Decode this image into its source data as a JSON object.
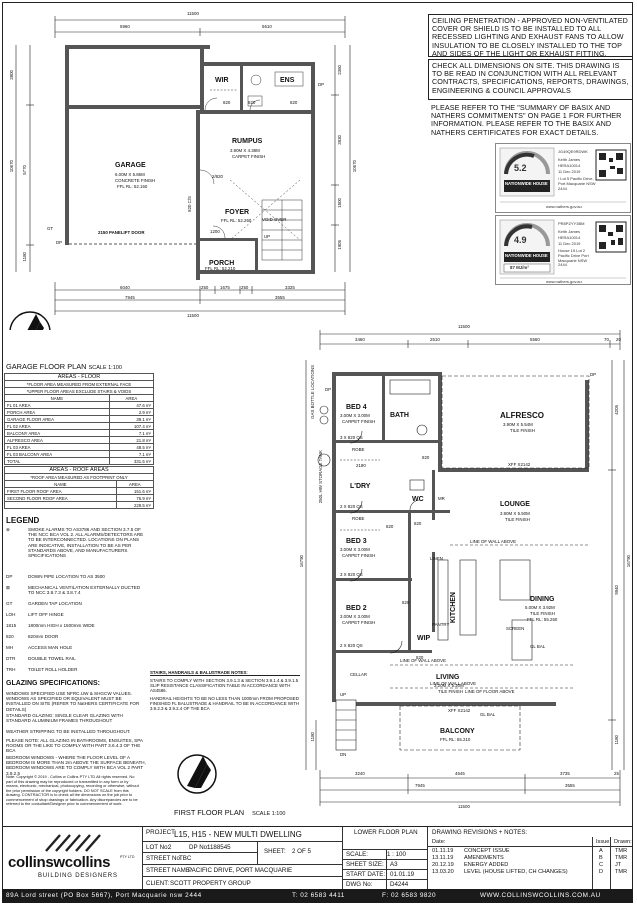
{
  "notes": {
    "ceiling": "CEILING PENETRATION - APPROVED NON-VENTILATED COVER OR SHIELD IS TO BE INSTALLED TO ALL RECESSED LIGHTING AND EXHAUST FANS TO ALLOW INSULATION TO BE CLOSELY INSTALLED TO THE TOP AND SIDES OF THE LIGHT OR EXHAUST FITTING.",
    "dimensions": "CHECK ALL DIMENSIONS ON SITE. THIS DRAWING IS TO BE READ IN CONJUNCTION WITH ALL RELEVANT CONTRACTS, SPECIFICATIONS, REPORTS, DRAWINGS, ENGINEERING & COUNCIL APPROVALS",
    "basix": "PLEASE REFER TO THE \"SUMMARY OF BASIX AND NatHERS COMMITMENTS\" ON PAGE 1 FOR FURTHER INFORMATION. PLEASE REFER TO THE BASIX AND NatHERS CERTIFICATES FOR EXACT DETAILS."
  },
  "certificates": [
    {
      "star": "5.2",
      "words": "NATIONWIDE HOUSE",
      "number": "JG49QE9RDWK",
      "assessor": "Keith James",
      "accreditation": "HERA10014",
      "date": "11 Dec 2019",
      "address": "/ Lot 5 Pacific Drive, Port Macquarie NSW 2444",
      "web": "www.nathers.gov.au"
    },
    {
      "star": "4.9",
      "words": "NATIONWIDE HOUSE",
      "number": "PR8PZYY3BM",
      "assessor": "Keith James",
      "accreditation": "HERA10014",
      "date": "11 Dec 2019",
      "address": "House 15 Lot 2 Pacific Drive Port Macquarie NSW 2444",
      "web": "www.nathers.gov.au",
      "extra": "87 MJ/m²"
    }
  ],
  "ground_plan": {
    "title": "GARAGE FLOOR PLAN",
    "scale": "SCALE 1:100",
    "overall_top": "11500",
    "dims_top": [
      "5960",
      "5610"
    ],
    "dims_bottom": [
      "6040",
      "250",
      "1675",
      "250",
      "3325"
    ],
    "dims_bottom2": [
      "7945",
      "3555"
    ],
    "overall_bottom": "11500",
    "dims_left": [
      "2800",
      "5770",
      "1180"
    ],
    "overall_left": "10670",
    "dims_right": [
      "2360",
      "3930",
      "1500",
      "1905"
    ],
    "overall_right": "10670",
    "rooms": {
      "garage": {
        "name": "GARAGE",
        "size": "6.00M X 5.86M",
        "finish": "CONCRETE FINISH",
        "ffl": "FFL RL: 52.160"
      },
      "rumpus": {
        "name": "RUMPUS",
        "size": "3.90M X 4.38M",
        "finish": "CARPET FINISH"
      },
      "wir": {
        "name": "WIR"
      },
      "ens": {
        "name": "ENS"
      },
      "foyer": {
        "name": "FOYER",
        "ffl": "FFL RL: 52.260"
      },
      "porch": {
        "name": "PORCH",
        "ffl": "FFL RL: 52.210"
      }
    },
    "garage_door": "2150 PANELIFT DOOR",
    "void": "VOID OVER",
    "door_sizes": [
      "820",
      "820",
      "820",
      "2/820",
      "820 C/S",
      "1200"
    ],
    "marks": [
      "DP",
      "GT",
      "UP",
      "DP"
    ]
  },
  "areas_floor": {
    "title": "AREAS - FLOOR",
    "notes": [
      "*FLOOR AREA MEASURED FROM EXTERNAL FACE",
      "*UPPER FLOOR AREAS EXCLUDE STAIRS & VOIDS"
    ],
    "header": [
      "NAME",
      "AREA"
    ],
    "rows": [
      [
        "FL 01 AREA",
        "47.6 m²"
      ],
      [
        "PORCH AREA",
        "2.9 m²"
      ],
      [
        "GARAGE FLOOR AREA",
        "39.1 m²"
      ],
      [
        "FL 02 AREA",
        "107.4 m²"
      ],
      [
        "BALCONY AREA",
        "7.1 m²"
      ],
      [
        "ALFRESCO AREA",
        "21.8 m²"
      ],
      [
        "FL 03 AREA",
        "48.5 m²"
      ],
      [
        "FL 03 BALCONY AREA",
        "7.1 m²"
      ],
      [
        "TOTAL",
        "331.5 m²"
      ]
    ]
  },
  "areas_roof": {
    "title": "AREAS - ROOF AREAS",
    "notes": [
      "*ROOF AREA MEASURED AS FOOTPRINT ONLY"
    ],
    "header": [
      "NAME",
      "AREA"
    ],
    "rows": [
      [
        "FIRST FLOOR ROOF AREA",
        "151.6 m²"
      ],
      [
        "SECOND FLOOR ROOF AREA",
        "76.9 m²"
      ],
      [
        "",
        "228.5 m²"
      ]
    ]
  },
  "legend": {
    "title": "LEGEND",
    "items": [
      {
        "k": "⊗",
        "v": "SMOKE ALARMS TO AS3786 AND SECTION 3.7.5 OF THE NCC BCA VOL 2. ALL ALARMS/DETECTORS ARE TO BE INTERCONNECTED. LOCATIONS ON PLANS ARE INDICATIVE, INSTALLATION TO BE AS PER STANDARDS ABOVE, AND MANUFACTURERS SPECIFICATIONS"
      },
      {
        "k": "DP",
        "v": "DOWN PIPE LOCATION TO AS 3500"
      },
      {
        "k": "⊠",
        "v": "MECHANICAL VENTILATION EXTERNALLY DUCTED TO NCC 3.8.7.3 & 3.8.7.4"
      },
      {
        "k": "GT",
        "v": "GARDEN TAP LOCATION"
      },
      {
        "k": "LOH",
        "v": "LIFT OFF HINGE"
      },
      {
        "k": "1815",
        "v": "1800mm HIGH x 1500mm WIDE"
      },
      {
        "k": "820",
        "v": "820mm DOOR"
      },
      {
        "k": "MH",
        "v": "ACCESS MAN HOLE"
      },
      {
        "k": "DTR",
        "v": "DOUBLE TOWEL RAIL"
      },
      {
        "k": "TRH",
        "v": "TOILET ROLL HOLDER"
      }
    ]
  },
  "glazing": {
    "title": "GLAZING SPECIFICATIONS:",
    "paras": [
      "WINDOWS SPECIFIED USE NFRC.UW & SHGCW VALUES. WINDOWS AS SPECIFIED OR EQUIVALENT MUST BE INSTALLED ON SITE (REFER TO NatHERS CERTIFICATE FOR DETAILS)",
      "STANDARD GLAZING: SINGLE CLEAR GLAZING WITH STANDARD ALUMINIUM FRAMES THROUGHOUT",
      "WEATHER STRIPPING TO BE INSTALLED THROUGHOUT.",
      "PLEASE NOTE: ALL GLAZING IN BATHROOMS, ENSUITES, SPA ROOMS OR THE LIKE TO COMPLY WITH PART 3.6.4.3 OF THE BCA",
      "BEDROOM WINDOWS - WHERE THE FLOOR LEVEL OF A BEDROOM IS MORE THAN 2m ABOVE THE SURFACE BENEATH, BEDROOM WINDOWS ARE TO COMPLY WITH BCA VOL 2 PART 3.9.2.5"
    ]
  },
  "copyright": "Note: Copyright © 2019 - Collins w Collins PTY LTD All rights reserved. No part of this drawing may be reproduced or transmitted in any form or by means, electronic, mechanical, photocopying, recording or otherwise, without the prior permission of the copyright holders. DO NOT SCALE from this drawing. CONTRACTOR is to check all the dimensions on the job prior to commencement of shop drawings or fabrication. Any discrepancies are to be referred to the consultant/Designer prior to commencement of work.",
  "stairs": {
    "title": "STAIRS, HANDRAILS & BALUSTRADE NOTES:",
    "paras": [
      "STAIRS TO COMPLY WITH SECTION 3.9.1.3 & SECTION 3.9.1.4 & 3.9.1.5 SLIP RESISTANCE CLASSIFICATION TABLE IN ACCORDANCE WITH AS4586.",
      "HANDRAIL HEIGHTS TO BE NO LESS THAN 1000mm FROM PROPOSED FINISHED FL BALUSTRADE & HANDRAIL TO BE IN ACCORDANCE WITH 3.9.2.3 & 3.9.2.4 OF THE BCA"
    ]
  },
  "first_plan": {
    "title": "FIRST FLOOR PLAN",
    "scale": "SCALE 1:100",
    "overall_top": "11500",
    "dims_top": [
      "3460",
      "2510",
      "5560",
      "70",
      "20"
    ],
    "dims_bottom": [
      "3240",
      "4645",
      "3735",
      "25"
    ],
    "dims_bottom2": [
      "7945",
      "3555"
    ],
    "overall_bottom": "11500",
    "overall_left": "16790",
    "overall_right": "16790",
    "dims_right": [
      "4205",
      "9940",
      "1180"
    ],
    "dims_left": [
      "1180"
    ],
    "rooms": {
      "bed4": {
        "name": "BED 4",
        "size": "3.00M X 3.00M",
        "finish": "CARPET FINISH"
      },
      "bath": {
        "name": "BATH"
      },
      "alfresco": {
        "name": "ALFRESCO",
        "size": "3.90M X 5.54M",
        "finish": "TILE FINISH"
      },
      "robe1": {
        "name": "ROBE"
      },
      "ldry": {
        "name": "L'DRY"
      },
      "wc": {
        "name": "WC"
      },
      "robe2": {
        "name": "ROBE"
      },
      "lounge": {
        "name": "LOUNGE",
        "size": "3.90M X 5.50M",
        "finish": "TILE FINISH"
      },
      "bed3": {
        "name": "BED 3",
        "size": "3.00M X 3.00M",
        "finish": "CARPET FINISH"
      },
      "kitchen": {
        "name": "KITCHEN"
      },
      "dining": {
        "name": "DINING",
        "size": "5.00M X 3.92M",
        "finish": "TILE FINISH",
        "ffl": "FFL RL: 55.260"
      },
      "bed2": {
        "name": "BED 2",
        "size": "3.00M X 3.00M",
        "finish": "CARPET FINISH"
      },
      "wip": {
        "name": "WIP"
      },
      "living": {
        "name": "LIVING",
        "size": "3.20M X 5.20M",
        "finish": "TILE FINISH"
      },
      "balcony": {
        "name": "BALCONY",
        "ffl": "FFL RL: 55.210"
      },
      "cellar": {
        "name": "CELLAR"
      }
    },
    "notes": [
      "LINE OF WALL ABOVE",
      "LINE OF WALL ABOVE",
      "LINE OF WALL ABOVE",
      "LINE OF FLOOR ABOVE",
      "GL BAL",
      "GL BAL",
      "GAS BOTTLE LOCATIONS",
      "250L HW STORAGE TANK",
      "XFF X2142",
      "XFF X2142",
      "LINEN",
      "PANTRY",
      "SCREEN"
    ],
    "door_sizes": [
      "3 X 820 QS",
      "2190",
      "2 X 820 QS",
      "3 X 820 QS",
      "820",
      "2 X 820 QS",
      "820",
      "820",
      "820",
      "820"
    ],
    "marks": [
      "DP",
      "MR",
      "UP",
      "DN",
      "DP"
    ]
  },
  "title_block": {
    "project_label": "PROJECT:",
    "project": "L15, H15 - NEW MULTI DWELLING",
    "lot_label": "LOT No:",
    "lot": "2",
    "dp_label": "DP No:",
    "dp": "1188545",
    "street_label": "STREET No:",
    "street": "TBC",
    "sheet_label": "SHEET:",
    "sheet": "2 OF 5",
    "street_name_label": "STREET NAME:",
    "street_name": "PACIFIC DRIVE, PORT MACQUARIE",
    "client_label": "CLIENT:",
    "client": "SCOTT PROPERTY GROUP",
    "drawing_title": "LOWER FLOOR PLAN",
    "scale_label": "SCALE:",
    "scale": "1 : 100",
    "size_label": "SHEET SIZE:",
    "size": "A3",
    "start_label": "START DATE:",
    "start": "01.01.19",
    "dwg_label": "DWG No:",
    "dwg": "D4244",
    "revisions_title": "DRAWING REVISIONS + NOTES:",
    "rev_header": [
      "Date:",
      "Issue:",
      "Drawn:"
    ],
    "revisions": [
      [
        "01.11.19",
        "CONCEPT ISSUE",
        "A",
        "TMR"
      ],
      [
        "13.11.19",
        "AMENDMENTS",
        "B",
        "TMR"
      ],
      [
        "20.12.19",
        "ENERGY ADDED",
        "C",
        "JT"
      ],
      [
        "13.03.20",
        "LEVEL (HOUSE LIFTED, CH CHANGES)",
        "D",
        "TMR"
      ]
    ]
  },
  "company": {
    "name": "collinswcollins",
    "pty": "PTY LTD",
    "tagline": "BUILDING DESIGNERS",
    "footer": "89A Lord street (PO Box 5667), Port Macquarie nsw 2444",
    "phone": "T: 02 6583 4411",
    "fax": "F: 02 6583 9820",
    "web": "WWW.COLLINSWCOLLINS.COM.AU"
  }
}
